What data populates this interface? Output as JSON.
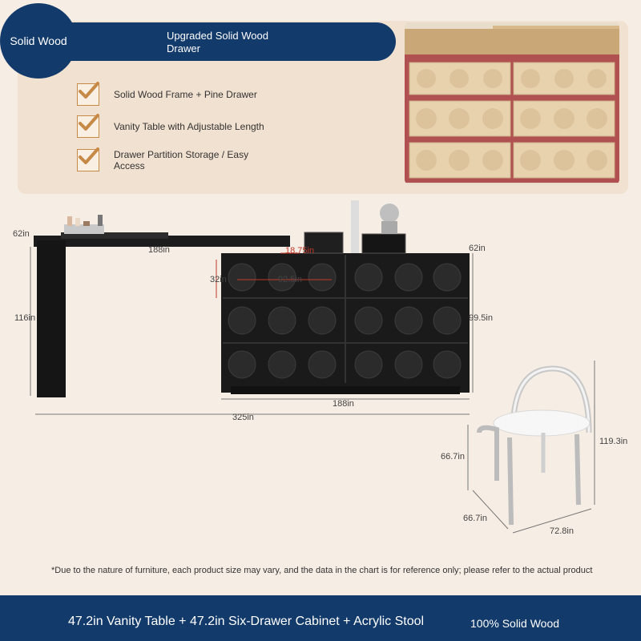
{
  "badge": {
    "label": "Solid Wood"
  },
  "title_bar": {
    "label": "Upgraded Solid Wood Drawer"
  },
  "features": [
    {
      "label": "Solid Wood Frame + Pine Drawer",
      "icon": "checkmark-icon"
    },
    {
      "label": "Vanity Table with Adjustable Length",
      "icon": "checkmark-icon"
    },
    {
      "label": "Drawer Partition Storage / Easy Access",
      "icon": "checkmark-icon"
    }
  ],
  "dimensions": {
    "desk_depth": "62in",
    "desk_top_length": "188in",
    "inner_width": "18.75in",
    "cabinet_depth": "62in",
    "drawer_height": "32in",
    "drawer_width": "92.5in",
    "desk_height": "116in",
    "cabinet_height": "99.5in",
    "cabinet_length": "188in",
    "total_length": "325in",
    "stool_height": "119.3in",
    "seat_height": "66.7in",
    "stool_depth": "66.7in",
    "stool_width": "72.8in"
  },
  "footnote": "*Due to the nature of furniture, each product size may vary, and the data in the chart is for reference only; please refer to the actual product",
  "bottom_bar": {
    "title": "47.2in Vanity Table + 47.2in Six-Drawer Cabinet + Acrylic Stool",
    "subtitle": "100% Solid Wood"
  },
  "colors": {
    "navy": "#123a6b",
    "check_orange": "#c78946",
    "background": "#f6ede4",
    "panel": "#f1e1d0"
  }
}
